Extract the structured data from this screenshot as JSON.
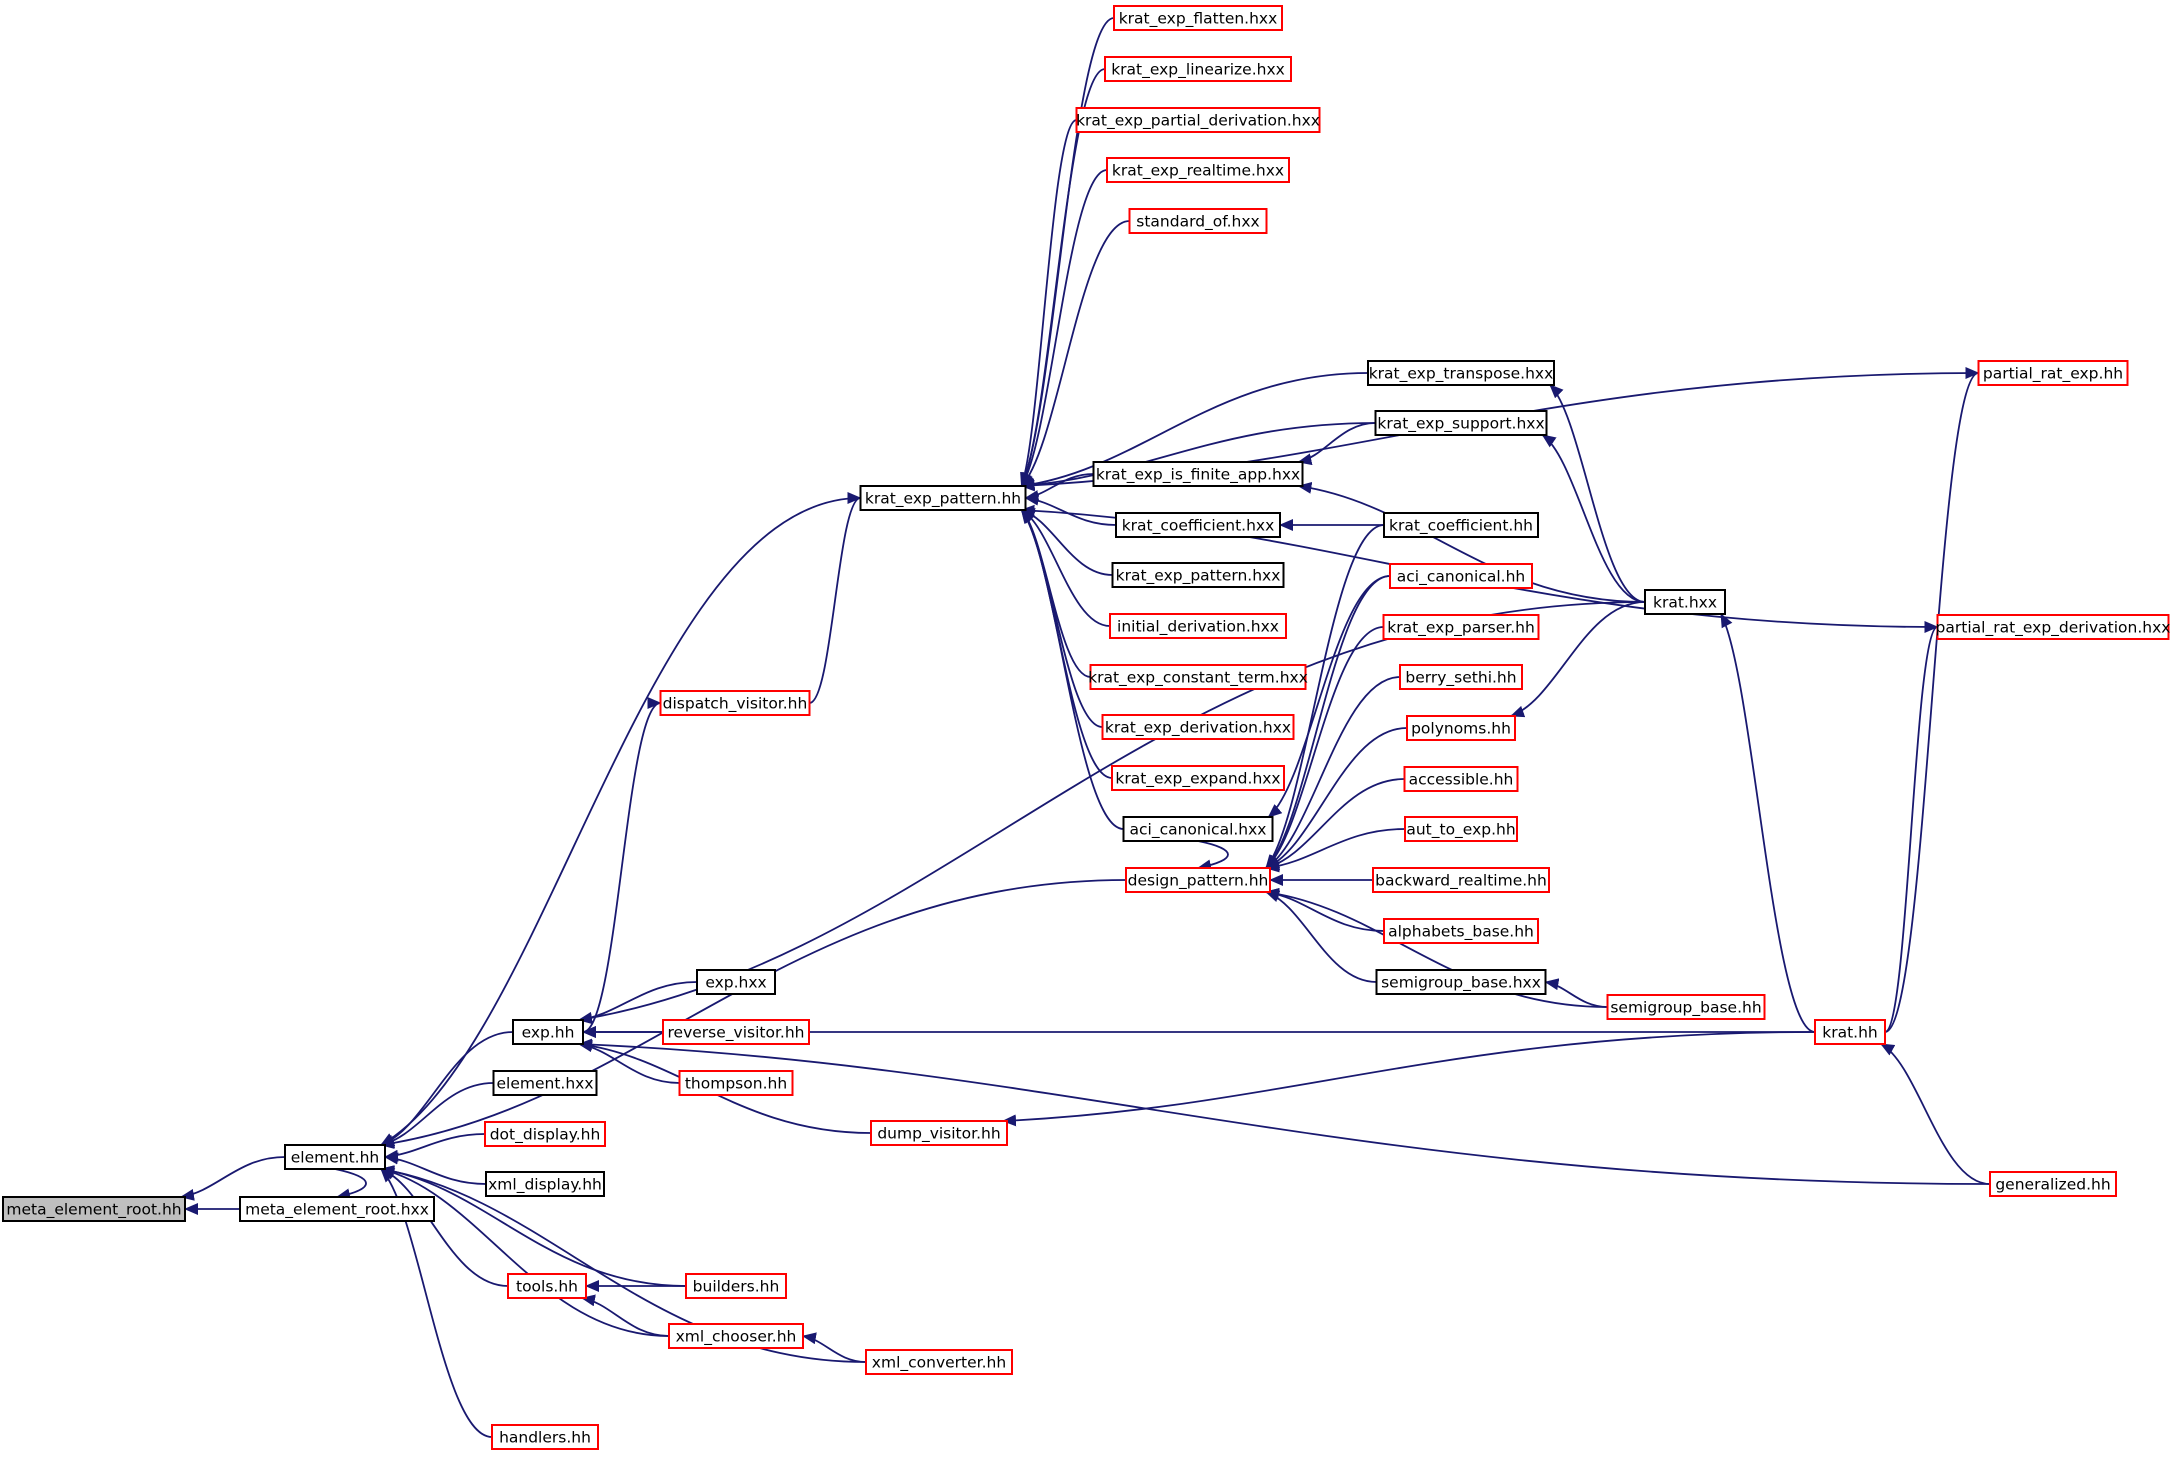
{
  "colors": {
    "edge": "#191970",
    "border_default": "#000000",
    "border_external": "#ff0000",
    "root_fill": "#bfbfbf",
    "background": "#ffffff"
  },
  "nodes": [
    {
      "id": "meta_element_root_hh",
      "label": "meta_element_root.hh",
      "style": "root"
    },
    {
      "id": "meta_element_root_hxx",
      "label": "meta_element_root.hxx",
      "style": "black"
    },
    {
      "id": "element_hh",
      "label": "element.hh",
      "style": "black"
    },
    {
      "id": "krat_exp_pattern_hh",
      "label": "krat_exp_pattern.hh",
      "style": "black"
    },
    {
      "id": "krat_exp_flatten_hxx",
      "label": "krat_exp_flatten.hxx",
      "style": "red"
    },
    {
      "id": "krat_exp_linearize_hxx",
      "label": "krat_exp_linearize.hxx",
      "style": "red"
    },
    {
      "id": "krat_exp_partial_derivation_hxx",
      "label": "krat_exp_partial_derivation.hxx",
      "style": "red"
    },
    {
      "id": "krat_exp_realtime_hxx",
      "label": "krat_exp_realtime.hxx",
      "style": "red"
    },
    {
      "id": "standard_of_hxx",
      "label": "standard_of.hxx",
      "style": "red"
    },
    {
      "id": "krat_exp_transpose_hxx",
      "label": "krat_exp_transpose.hxx",
      "style": "black"
    },
    {
      "id": "krat_exp_support_hxx",
      "label": "krat_exp_support.hxx",
      "style": "black"
    },
    {
      "id": "krat_exp_is_finite_app_hxx",
      "label": "krat_exp_is_finite_app.hxx",
      "style": "black"
    },
    {
      "id": "krat_coefficient_hxx",
      "label": "krat_coefficient.hxx",
      "style": "black"
    },
    {
      "id": "krat_coefficient_hh",
      "label": "krat_coefficient.hh",
      "style": "black"
    },
    {
      "id": "krat_exp_pattern_hxx",
      "label": "krat_exp_pattern.hxx",
      "style": "black"
    },
    {
      "id": "initial_derivation_hxx",
      "label": "initial_derivation.hxx",
      "style": "red"
    },
    {
      "id": "krat_exp_constant_term_hxx",
      "label": "krat_exp_constant_term.hxx",
      "style": "red"
    },
    {
      "id": "krat_exp_derivation_hxx",
      "label": "krat_exp_derivation.hxx",
      "style": "red"
    },
    {
      "id": "krat_exp_expand_hxx",
      "label": "krat_exp_expand.hxx",
      "style": "red"
    },
    {
      "id": "aci_canonical_hxx",
      "label": "aci_canonical.hxx",
      "style": "black"
    },
    {
      "id": "aci_canonical_hh",
      "label": "aci_canonical.hh",
      "style": "red"
    },
    {
      "id": "krat_exp_parser_hh",
      "label": "krat_exp_parser.hh",
      "style": "red"
    },
    {
      "id": "berry_sethi_hh",
      "label": "berry_sethi.hh",
      "style": "red"
    },
    {
      "id": "polynoms_hh",
      "label": "polynoms.hh",
      "style": "red"
    },
    {
      "id": "accessible_hh",
      "label": "accessible.hh",
      "style": "red"
    },
    {
      "id": "aut_to_exp_hh",
      "label": "aut_to_exp.hh",
      "style": "red"
    },
    {
      "id": "backward_realtime_hh",
      "label": "backward_realtime.hh",
      "style": "red"
    },
    {
      "id": "alphabets_base_hh",
      "label": "alphabets_base.hh",
      "style": "red"
    },
    {
      "id": "semigroup_base_hxx",
      "label": "semigroup_base.hxx",
      "style": "black"
    },
    {
      "id": "semigroup_base_hh",
      "label": "semigroup_base.hh",
      "style": "red"
    },
    {
      "id": "design_pattern_hh",
      "label": "design_pattern.hh",
      "style": "red"
    },
    {
      "id": "dispatch_visitor_hh",
      "label": "dispatch_visitor.hh",
      "style": "red"
    },
    {
      "id": "krat_hxx",
      "label": "krat.hxx",
      "style": "black"
    },
    {
      "id": "partial_rat_exp_hh",
      "label": "partial_rat_exp.hh",
      "style": "red"
    },
    {
      "id": "partial_rat_exp_derivation_hxx",
      "label": "partial_rat_exp_derivation.hxx",
      "style": "red"
    },
    {
      "id": "krat_hh",
      "label": "krat.hh",
      "style": "red"
    },
    {
      "id": "generalized_hh",
      "label": "generalized.hh",
      "style": "red"
    },
    {
      "id": "exp_hh",
      "label": "exp.hh",
      "style": "black"
    },
    {
      "id": "exp_hxx",
      "label": "exp.hxx",
      "style": "black"
    },
    {
      "id": "reverse_visitor_hh",
      "label": "reverse_visitor.hh",
      "style": "red"
    },
    {
      "id": "thompson_hh",
      "label": "thompson.hh",
      "style": "red"
    },
    {
      "id": "dump_visitor_hh",
      "label": "dump_visitor.hh",
      "style": "red"
    },
    {
      "id": "element_hxx",
      "label": "element.hxx",
      "style": "black"
    },
    {
      "id": "dot_display_hh",
      "label": "dot_display.hh",
      "style": "red"
    },
    {
      "id": "xml_display_hh",
      "label": "xml_display.hh",
      "style": "black"
    },
    {
      "id": "tools_hh",
      "label": "tools.hh",
      "style": "red"
    },
    {
      "id": "builders_hh",
      "label": "builders.hh",
      "style": "red"
    },
    {
      "id": "xml_chooser_hh",
      "label": "xml_chooser.hh",
      "style": "red"
    },
    {
      "id": "xml_converter_hh",
      "label": "xml_converter.hh",
      "style": "red"
    },
    {
      "id": "handlers_hh",
      "label": "handlers.hh",
      "style": "red"
    }
  ],
  "edges": [
    [
      "meta_element_root_hxx",
      "meta_element_root_hh"
    ],
    [
      "element_hh",
      "meta_element_root_hh"
    ],
    [
      "element_hh",
      "meta_element_root_hxx"
    ],
    [
      "krat_exp_pattern_hh",
      "element_hh"
    ],
    [
      "dispatch_visitor_hh",
      "krat_exp_pattern_hh"
    ],
    [
      "krat_exp_flatten_hxx",
      "krat_exp_pattern_hh"
    ],
    [
      "krat_exp_linearize_hxx",
      "krat_exp_pattern_hh"
    ],
    [
      "krat_exp_partial_derivation_hxx",
      "krat_exp_pattern_hh"
    ],
    [
      "krat_exp_realtime_hxx",
      "krat_exp_pattern_hh"
    ],
    [
      "standard_of_hxx",
      "krat_exp_pattern_hh"
    ],
    [
      "partial_rat_exp_hh",
      "krat_exp_pattern_hh"
    ],
    [
      "partial_rat_exp_derivation_hxx",
      "krat_exp_pattern_hh"
    ],
    [
      "krat_exp_transpose_hxx",
      "krat_exp_pattern_hh"
    ],
    [
      "krat_exp_support_hxx",
      "krat_exp_pattern_hh"
    ],
    [
      "krat_exp_is_finite_app_hxx",
      "krat_exp_pattern_hh"
    ],
    [
      "krat_coefficient_hxx",
      "krat_exp_pattern_hh"
    ],
    [
      "krat_exp_pattern_hxx",
      "krat_exp_pattern_hh"
    ],
    [
      "initial_derivation_hxx",
      "krat_exp_pattern_hh"
    ],
    [
      "krat_exp_constant_term_hxx",
      "krat_exp_pattern_hh"
    ],
    [
      "krat_exp_derivation_hxx",
      "krat_exp_pattern_hh"
    ],
    [
      "krat_exp_expand_hxx",
      "krat_exp_pattern_hh"
    ],
    [
      "aci_canonical_hxx",
      "krat_exp_pattern_hh"
    ],
    [
      "krat_exp_support_hxx",
      "krat_exp_is_finite_app_hxx"
    ],
    [
      "krat_hxx",
      "krat_exp_is_finite_app_hxx"
    ],
    [
      "krat_coefficient_hh",
      "krat_coefficient_hxx"
    ],
    [
      "krat_hxx",
      "krat_exp_transpose_hxx"
    ],
    [
      "krat_hxx",
      "krat_exp_support_hxx"
    ],
    [
      "krat_hxx",
      "polynoms_hh"
    ],
    [
      "aci_canonical_hh",
      "aci_canonical_hxx"
    ],
    [
      "krat_coefficient_hh",
      "design_pattern_hh"
    ],
    [
      "aci_canonical_hh",
      "design_pattern_hh"
    ],
    [
      "krat_exp_parser_hh",
      "design_pattern_hh"
    ],
    [
      "berry_sethi_hh",
      "design_pattern_hh"
    ],
    [
      "polynoms_hh",
      "design_pattern_hh"
    ],
    [
      "accessible_hh",
      "design_pattern_hh"
    ],
    [
      "aut_to_exp_hh",
      "design_pattern_hh"
    ],
    [
      "backward_realtime_hh",
      "design_pattern_hh"
    ],
    [
      "alphabets_base_hh",
      "design_pattern_hh"
    ],
    [
      "semigroup_base_hxx",
      "design_pattern_hh"
    ],
    [
      "semigroup_base_hh",
      "design_pattern_hh"
    ],
    [
      "aci_canonical_hxx",
      "design_pattern_hh"
    ],
    [
      "semigroup_base_hh",
      "semigroup_base_hxx"
    ],
    [
      "design_pattern_hh",
      "element_hh"
    ],
    [
      "exp_hh",
      "dispatch_visitor_hh"
    ],
    [
      "exp_hh",
      "element_hh"
    ],
    [
      "exp_hxx",
      "exp_hh"
    ],
    [
      "reverse_visitor_hh",
      "exp_hh"
    ],
    [
      "thompson_hh",
      "exp_hh"
    ],
    [
      "dump_visitor_hh",
      "exp_hh"
    ],
    [
      "krat_hxx",
      "exp_hh"
    ],
    [
      "krat_hh",
      "exp_hh"
    ],
    [
      "generalized_hh",
      "exp_hh"
    ],
    [
      "krat_hh",
      "dump_visitor_hh"
    ],
    [
      "krat_hh",
      "krat_hxx"
    ],
    [
      "krat_hh",
      "partial_rat_exp_hh"
    ],
    [
      "krat_hh",
      "partial_rat_exp_derivation_hxx"
    ],
    [
      "generalized_hh",
      "krat_hh"
    ],
    [
      "element_hxx",
      "element_hh"
    ],
    [
      "dot_display_hh",
      "element_hh"
    ],
    [
      "xml_display_hh",
      "element_hh"
    ],
    [
      "tools_hh",
      "element_hh"
    ],
    [
      "builders_hh",
      "element_hh"
    ],
    [
      "builders_hh",
      "tools_hh"
    ],
    [
      "xml_chooser_hh",
      "element_hh"
    ],
    [
      "xml_chooser_hh",
      "tools_hh"
    ],
    [
      "xml_converter_hh",
      "xml_chooser_hh"
    ],
    [
      "xml_converter_hh",
      "element_hh"
    ],
    [
      "handlers_hh",
      "element_hh"
    ]
  ]
}
